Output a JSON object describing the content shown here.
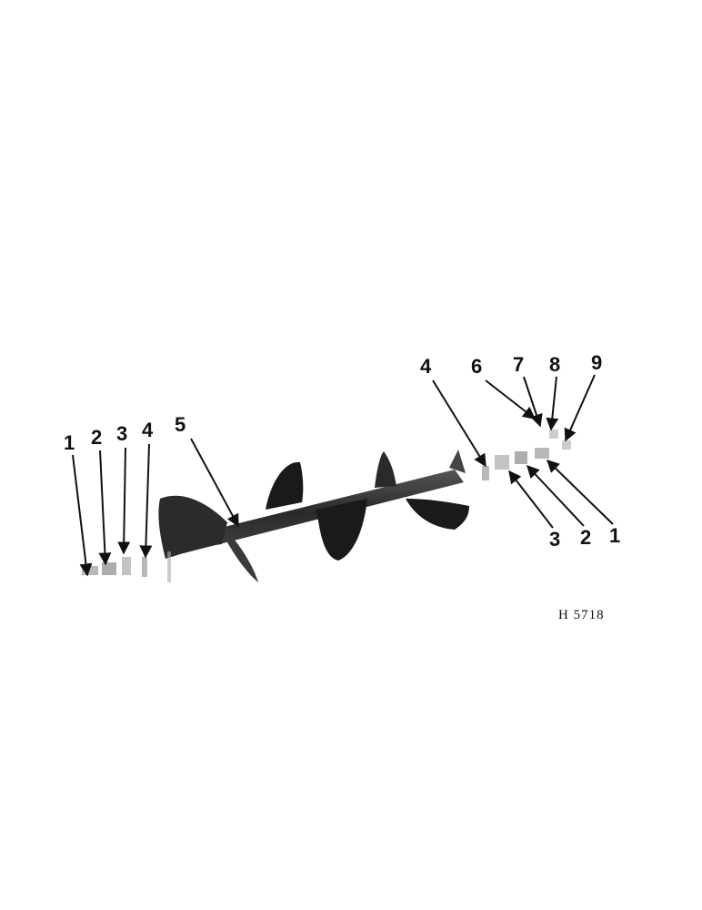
{
  "diagram": {
    "figure_code": "H 5718",
    "left_callouts": [
      "1",
      "2",
      "3",
      "4",
      "5"
    ],
    "right_callouts_top": [
      "4",
      "6",
      "7",
      "8",
      "9"
    ],
    "right_callouts_bottom": [
      "3",
      "2",
      "1"
    ]
  },
  "colors": {
    "ink": "#111111",
    "auger_dark": "#1a1a1a",
    "part_grey": "#9a9a9a",
    "background": "#ffffff"
  }
}
